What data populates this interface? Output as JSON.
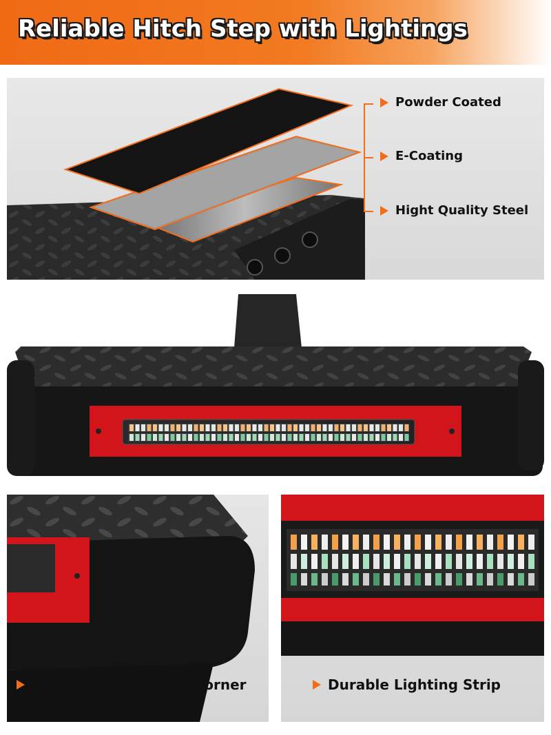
{
  "header": {
    "title": "Reliable Hitch Step with Lightings"
  },
  "layers": [
    {
      "label": "Powder Coated"
    },
    {
      "label": "E-Coating"
    },
    {
      "label": "Hight Quality Steel"
    }
  ],
  "captions": {
    "corner": "Smooth Surface and Corner",
    "strip": "Durable Lighting Strip"
  },
  "colors": {
    "accent": "#f26d1b",
    "steel_black": "#1e1e1e",
    "reflector_red": "#d1151b"
  },
  "icons": {
    "bullet": "triangle-right-icon"
  }
}
